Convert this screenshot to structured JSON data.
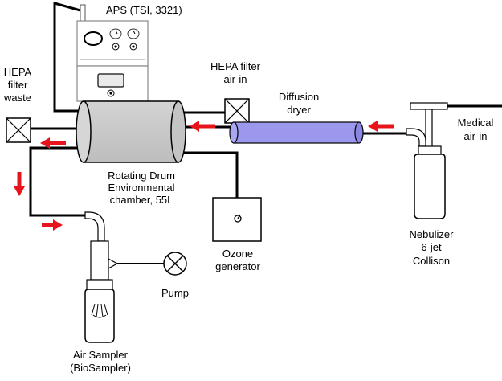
{
  "labels": {
    "aps": "APS (TSI, 3321)",
    "hepa_in_line1": "HEPA filter",
    "hepa_in_line2": "air-in",
    "hepa_waste_line1": "HEPA",
    "hepa_waste_line2": "filter",
    "hepa_waste_line3": "waste",
    "dryer_line1": "Diffusion",
    "dryer_line2": "dryer",
    "medical_line1": "Medical",
    "medical_line2": "air-in",
    "drum_line1": "Rotating Drum",
    "drum_line2": "Environmental",
    "drum_line3": "chamber, 55L",
    "ozone_line1": "Ozone",
    "ozone_line2": "generator",
    "nebulizer_line1": "Nebulizer",
    "nebulizer_line2": "6-jet",
    "nebulizer_line3": "Collison",
    "pump": "Pump",
    "sampler_line1": "Air Sampler",
    "sampler_line2": "(BioSampler)"
  },
  "colors": {
    "arrow": "#e8141b",
    "drum": "#c8c8c8",
    "dryer": "#9b98ee",
    "line": "#000000"
  }
}
